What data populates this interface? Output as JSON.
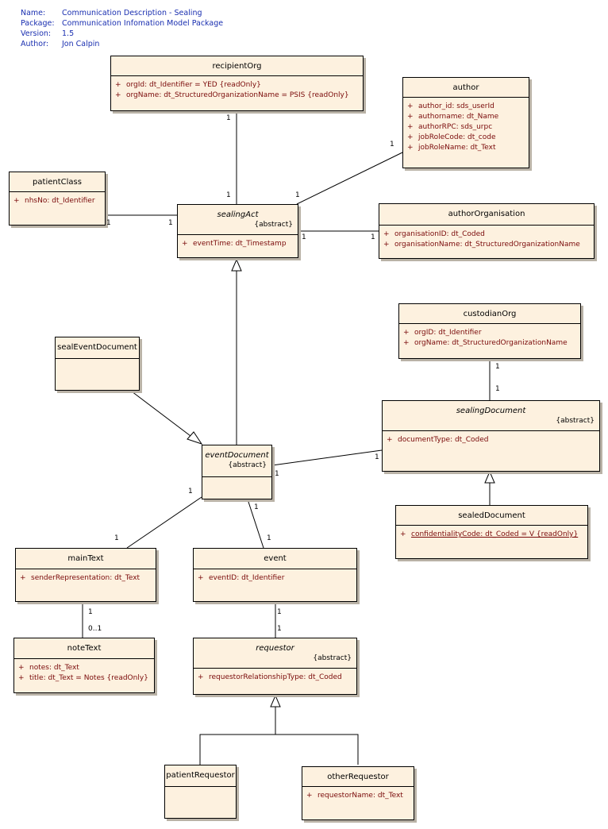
{
  "header": {
    "name_label": "Name:",
    "name": "Communication Description - Sealing",
    "package_label": "Package:",
    "package": "Communication Infomation Model Package",
    "version_label": "Version:",
    "version": "1.5",
    "author_label": "Author:",
    "author": "Jon Calpin"
  },
  "classes": {
    "recipientOrg": {
      "name": "recipientOrg",
      "attrs": [
        "orgId:  dt_Identifier = YED {readOnly}",
        "orgName:  dt_StructuredOrganizationName = PSIS {readOnly}"
      ]
    },
    "author": {
      "name": "author",
      "attrs": [
        "author_id:  sds_userId",
        "authorname:  dt_Name",
        "authorRPC:  sds_urpc",
        "jobRoleCode:  dt_code",
        "jobRoleName:  dt_Text"
      ]
    },
    "patientClass": {
      "name": "patientClass",
      "attrs": [
        "nhsNo:  dt_Identifier"
      ]
    },
    "sealingAct": {
      "name": "sealingAct",
      "stereo": "{abstract}",
      "attrs": [
        "eventTime:  dt_Timestamp"
      ]
    },
    "authorOrganisation": {
      "name": "authorOrganisation",
      "attrs": [
        "organisationID:  dt_Coded",
        "organisationName:  dt_StructuredOrganizationName"
      ]
    },
    "custodianOrg": {
      "name": "custodianOrg",
      "attrs": [
        "orgID:  dt_Identifier",
        "orgName:  dt_StructuredOrganizationName"
      ]
    },
    "sealEventDocument": {
      "name": "sealEventDocument"
    },
    "sealingDocument": {
      "name": "sealingDocument",
      "stereo": "{abstract}",
      "attrs": [
        "documentType:  dt_Coded"
      ]
    },
    "eventDocument": {
      "name": "eventDocument",
      "stereo": "{abstract}"
    },
    "sealedDocument": {
      "name": "sealedDocument",
      "attrs": [
        "confidentialityCode:  dt_Coded = V {readOnly}"
      ]
    },
    "mainText": {
      "name": "mainText",
      "attrs": [
        "senderRepresentation:  dt_Text"
      ]
    },
    "event": {
      "name": "event",
      "attrs": [
        "eventID:  dt_Identifier"
      ]
    },
    "noteText": {
      "name": "noteText",
      "attrs": [
        "notes:  dt_Text",
        "title:  dt_Text = Notes {readOnly}"
      ]
    },
    "requestor": {
      "name": "requestor",
      "stereo": "{abstract}",
      "attrs": [
        "requestorRelationshipType:  dt_Coded"
      ]
    },
    "patientRequestor": {
      "name": "patientRequestor"
    },
    "otherRequestor": {
      "name": "otherRequestor",
      "attrs": [
        "requestorName:  dt_Text"
      ]
    }
  },
  "visibility": "+",
  "multiplicities": {
    "one": "1",
    "zero_one": "0..1"
  }
}
